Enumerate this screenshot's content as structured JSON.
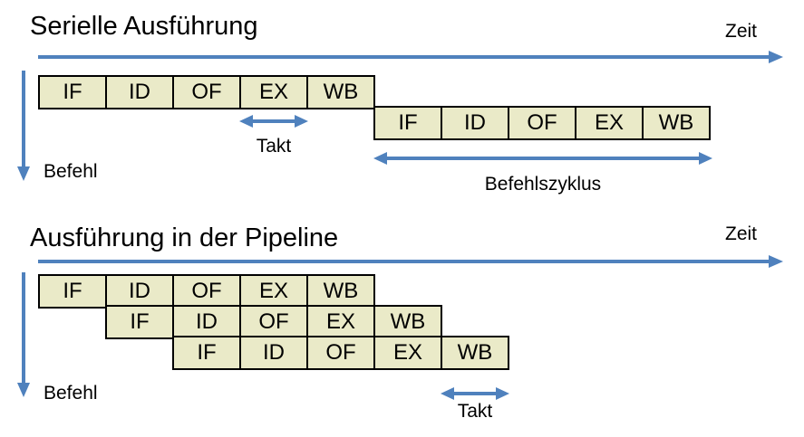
{
  "colors": {
    "accent-blue": "#4F81BD",
    "box-fill": "#EAEAC8",
    "box-border": "#000000",
    "text-color": "#000000",
    "bg": "#FFFFFF"
  },
  "serial": {
    "title": "Serielle Ausführung",
    "time_label": "Zeit",
    "instruction_label": "Befehl",
    "clock_label": "Takt",
    "cycle_label": "Befehlszyklus",
    "rows": [
      {
        "cells": [
          "IF",
          "ID",
          "OF",
          "EX",
          "WB"
        ]
      },
      {
        "cells": [
          "IF",
          "ID",
          "OF",
          "EX",
          "WB"
        ]
      }
    ]
  },
  "pipeline": {
    "title": "Ausführung in der Pipeline",
    "time_label": "Zeit",
    "instruction_label": "Befehl",
    "clock_label": "Takt",
    "rows": [
      {
        "cells": [
          "IF",
          "ID",
          "OF",
          "EX",
          "WB"
        ]
      },
      {
        "cells": [
          "IF",
          "ID",
          "OF",
          "EX",
          "WB"
        ]
      },
      {
        "cells": [
          "IF",
          "ID",
          "OF",
          "EX",
          "WB"
        ]
      }
    ]
  }
}
